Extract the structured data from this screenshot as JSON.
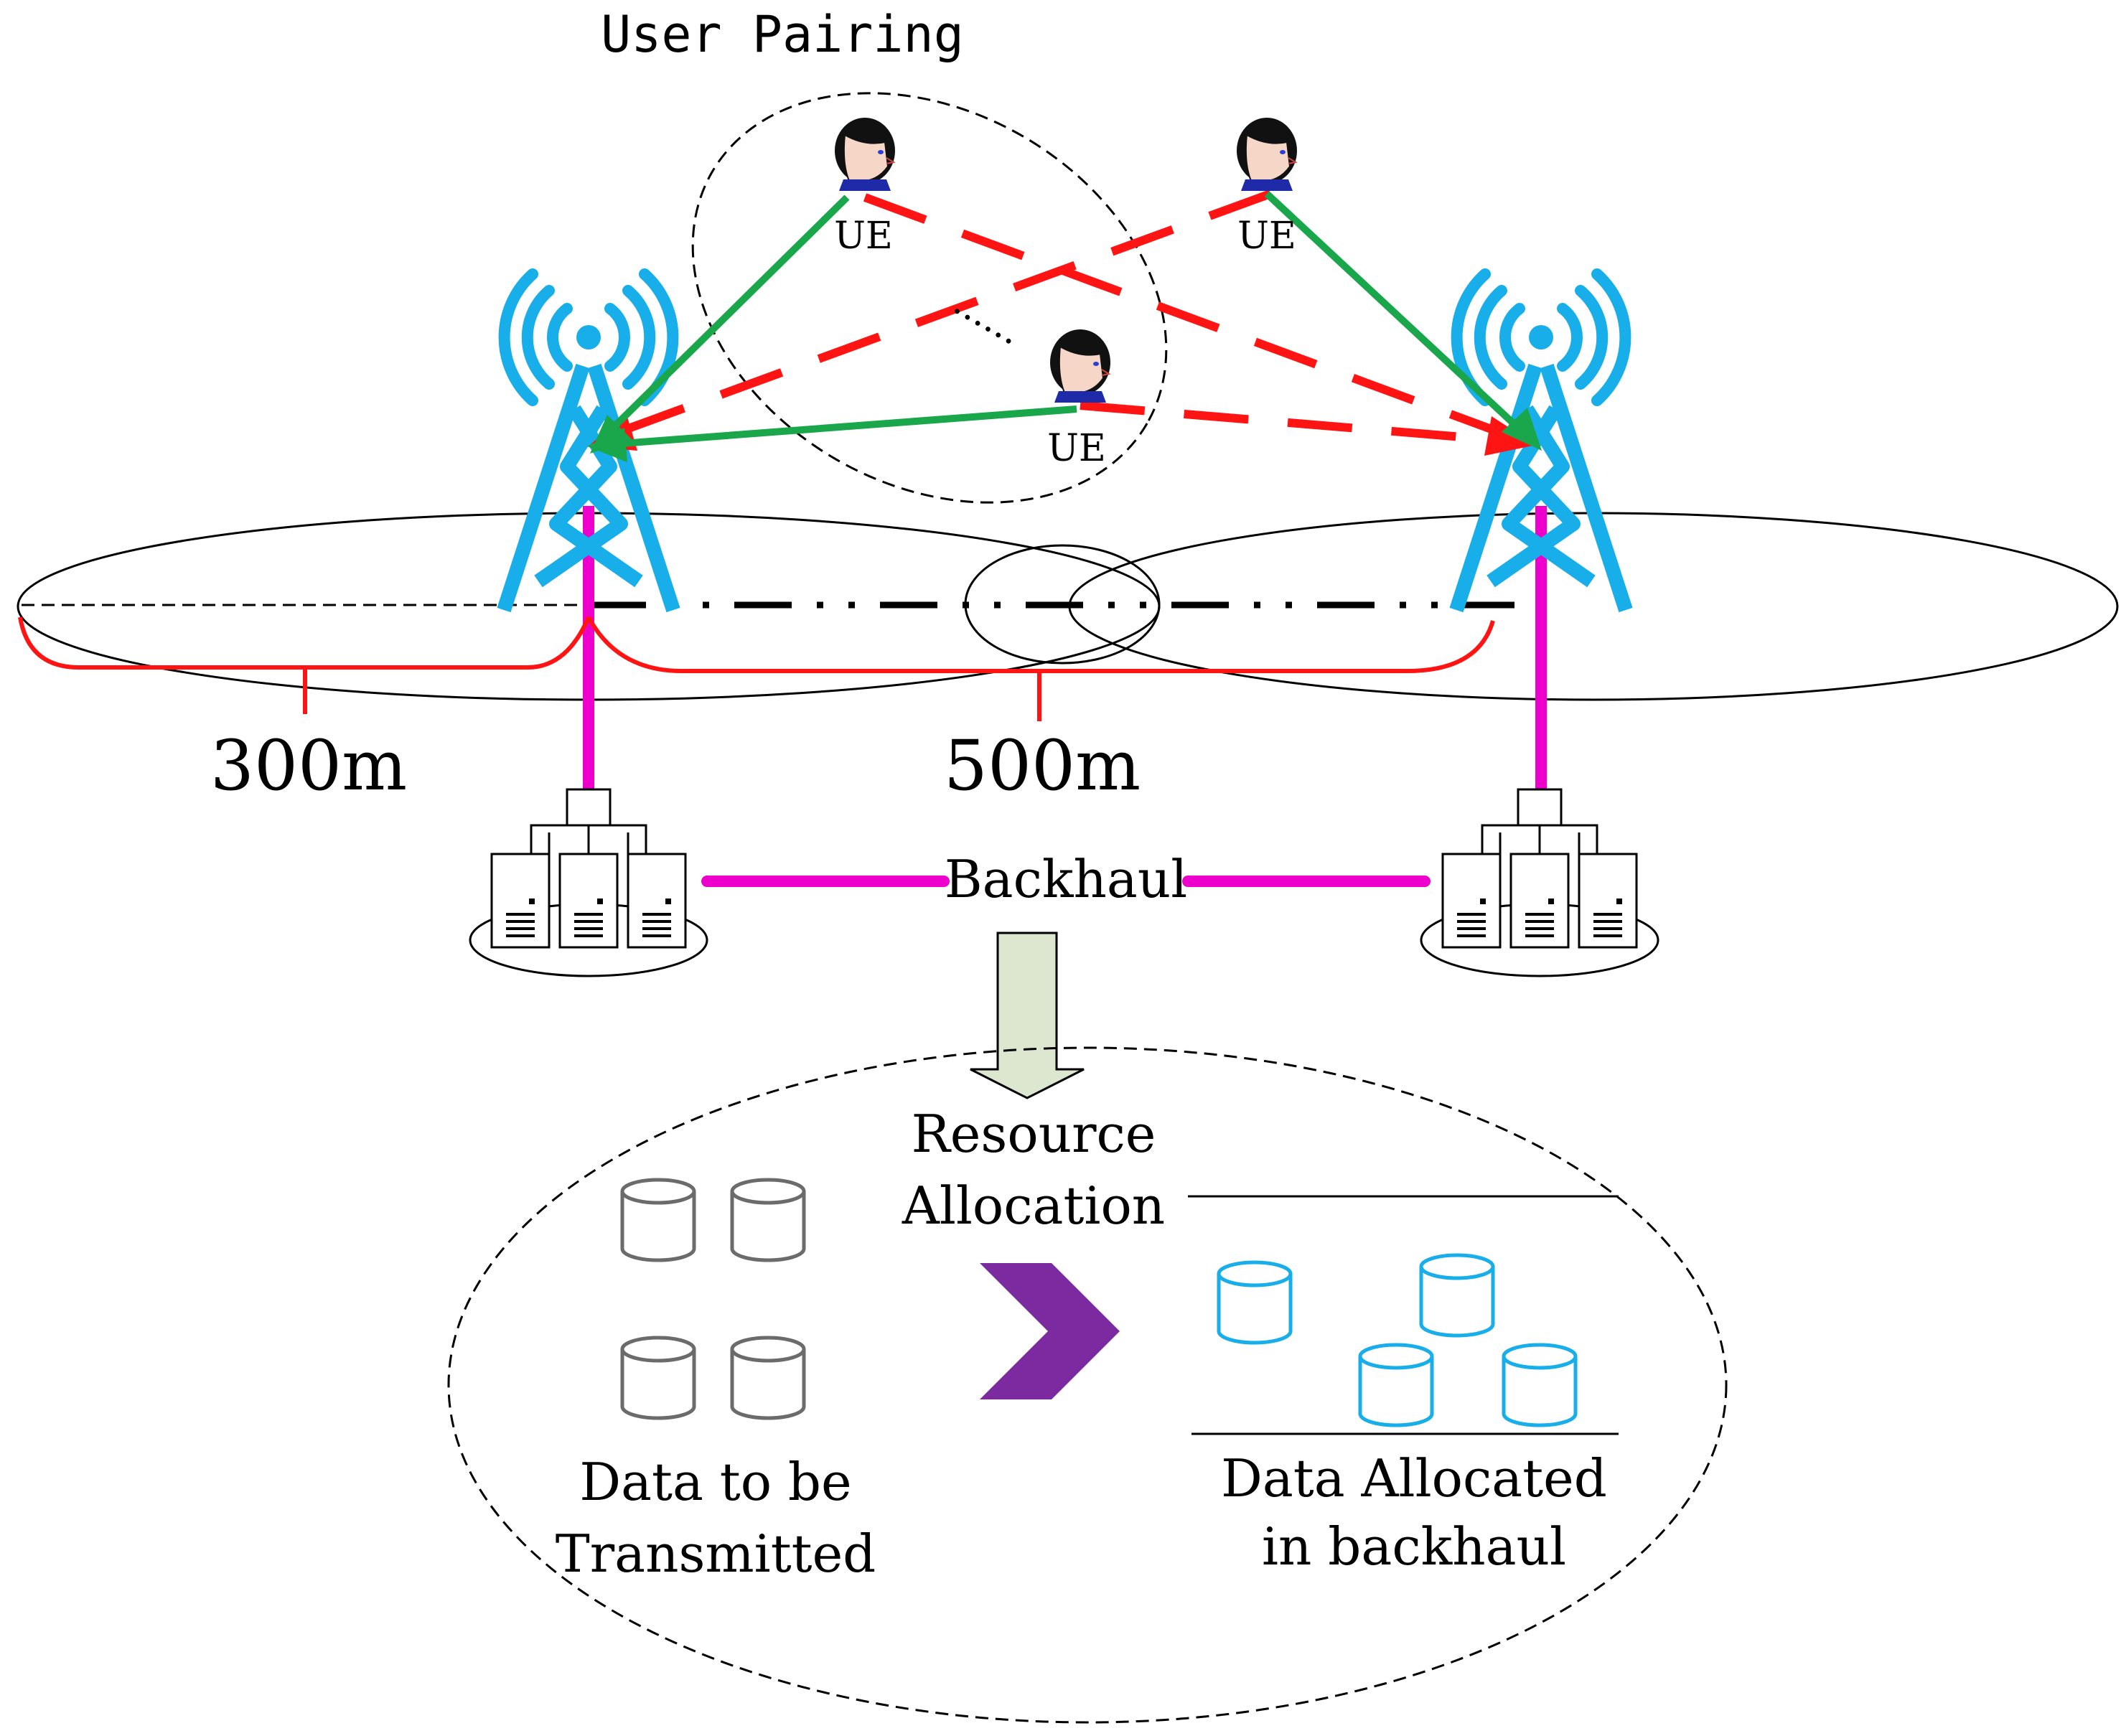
{
  "labels": {
    "user_pairing": "User Pairing",
    "ue": "UE",
    "dots": "......",
    "dist_cell": "300m",
    "dist_isd": "500m",
    "backhaul": "Backhaul",
    "resource_line1": "Resource",
    "resource_line2": "Allocation",
    "data_tx_line1": "Data to be",
    "data_tx_line2": "Transmitted",
    "data_alloc_line1": "Data Allocated",
    "data_alloc_line2": "in backhaul"
  },
  "colors": {
    "tower": "#17aeea",
    "uplink_serving": "#1aa64a",
    "interference": "#ff1414",
    "backhaul": "#ee00cc",
    "arrow_fill": "#dde6cf",
    "chevron": "#7b2aa0",
    "db_gray": "#6b6b6b",
    "db_blue": "#17aeea",
    "brace": "#ff1414"
  },
  "icons": {
    "tower": "cell-tower-icon",
    "ue": "user-avatar-icon",
    "server": "server-rack-icon",
    "database": "database-cylinder-icon",
    "chevron": "chevron-right-icon",
    "down_arrow": "down-arrow-icon"
  }
}
